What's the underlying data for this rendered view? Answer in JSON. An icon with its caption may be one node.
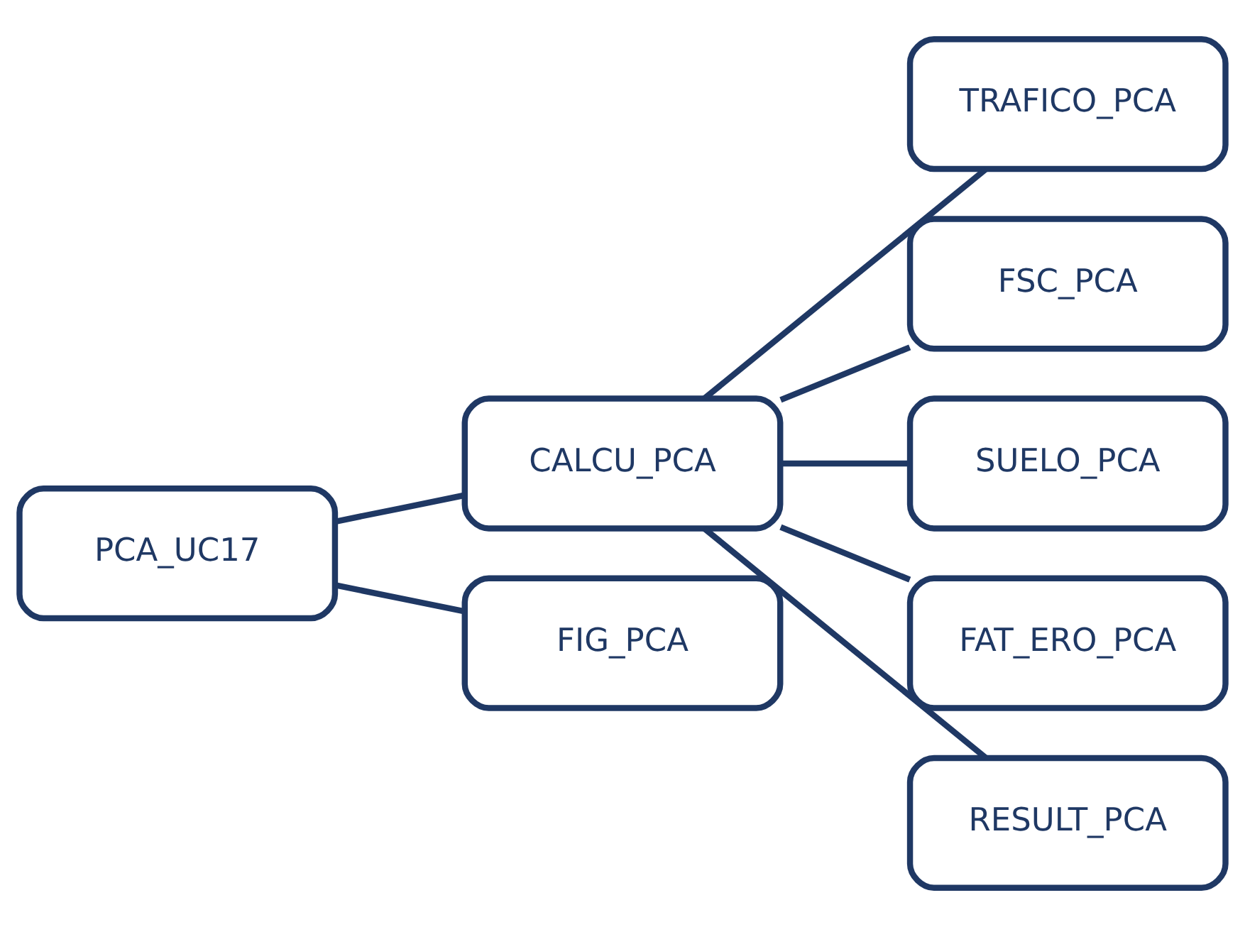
{
  "diagram": {
    "nodes": [
      {
        "text": [
          "PCA_UC17"
        ]
      },
      {
        "text": [
          "CALCU_PCA"
        ]
      },
      {
        "text": [
          "FIG_PCA"
        ]
      },
      {
        "text": [
          "TRAFICO_PCA"
        ]
      },
      {
        "text": [
          "FSC_PCA"
        ]
      },
      {
        "text": [
          "SUELO_PCA"
        ]
      },
      {
        "text": [
          "FAT_ERO_PCA"
        ]
      },
      {
        "text": [
          "RESULT_PCA"
        ]
      }
    ],
    "edges": [
      {
        "from": 0,
        "to": 1,
        "arrow": "none"
      },
      {
        "from": 0,
        "to": 2,
        "arrow": "none"
      },
      {
        "from": 1,
        "to": 3,
        "arrow": "none"
      },
      {
        "from": 1,
        "to": 4,
        "arrow": "none"
      },
      {
        "from": 1,
        "to": 5,
        "arrow": "none"
      },
      {
        "from": 1,
        "to": 6,
        "arrow": "none"
      },
      {
        "from": 1,
        "to": 7,
        "arrow": "none"
      }
    ]
  }
}
